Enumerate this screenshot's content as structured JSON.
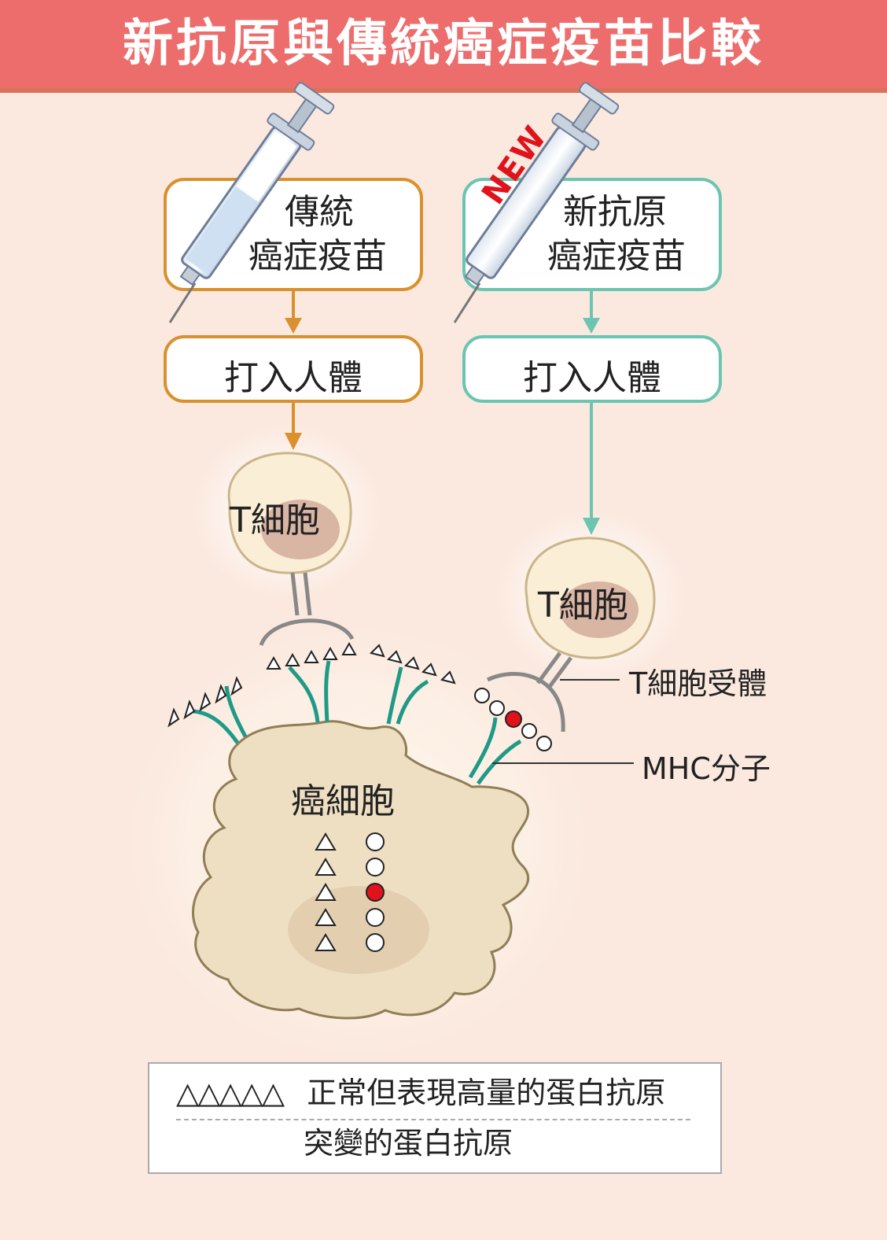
{
  "title": "新抗原與傳統癌症疫苗比較",
  "traditional": {
    "vaccine_line1": "傳統",
    "vaccine_line2": "癌症疫苗",
    "inject_label": "打入人體",
    "color": "#d9902e"
  },
  "neoantigen": {
    "vaccine_line1": "新抗原",
    "vaccine_line2": "癌症疫苗",
    "inject_label": "打入人體",
    "syringe_tag": "NEW",
    "color": "#6cc5b0"
  },
  "cells": {
    "t_cell_left": "T細胞",
    "t_cell_right": "T細胞",
    "cancer_cell": "癌細胞"
  },
  "callouts": {
    "tcr": "T細胞受體",
    "mhc": "MHC分子"
  },
  "legend": {
    "row1_symbols": "△△△△△",
    "row1_label": "正常但表現高量的蛋白抗原",
    "row2_label": "突變的蛋白抗原"
  },
  "colors": {
    "header": "#ed6d6d",
    "mutant": "#e0131c",
    "mhc": "#1f9a86",
    "background": "#fbe9df"
  }
}
